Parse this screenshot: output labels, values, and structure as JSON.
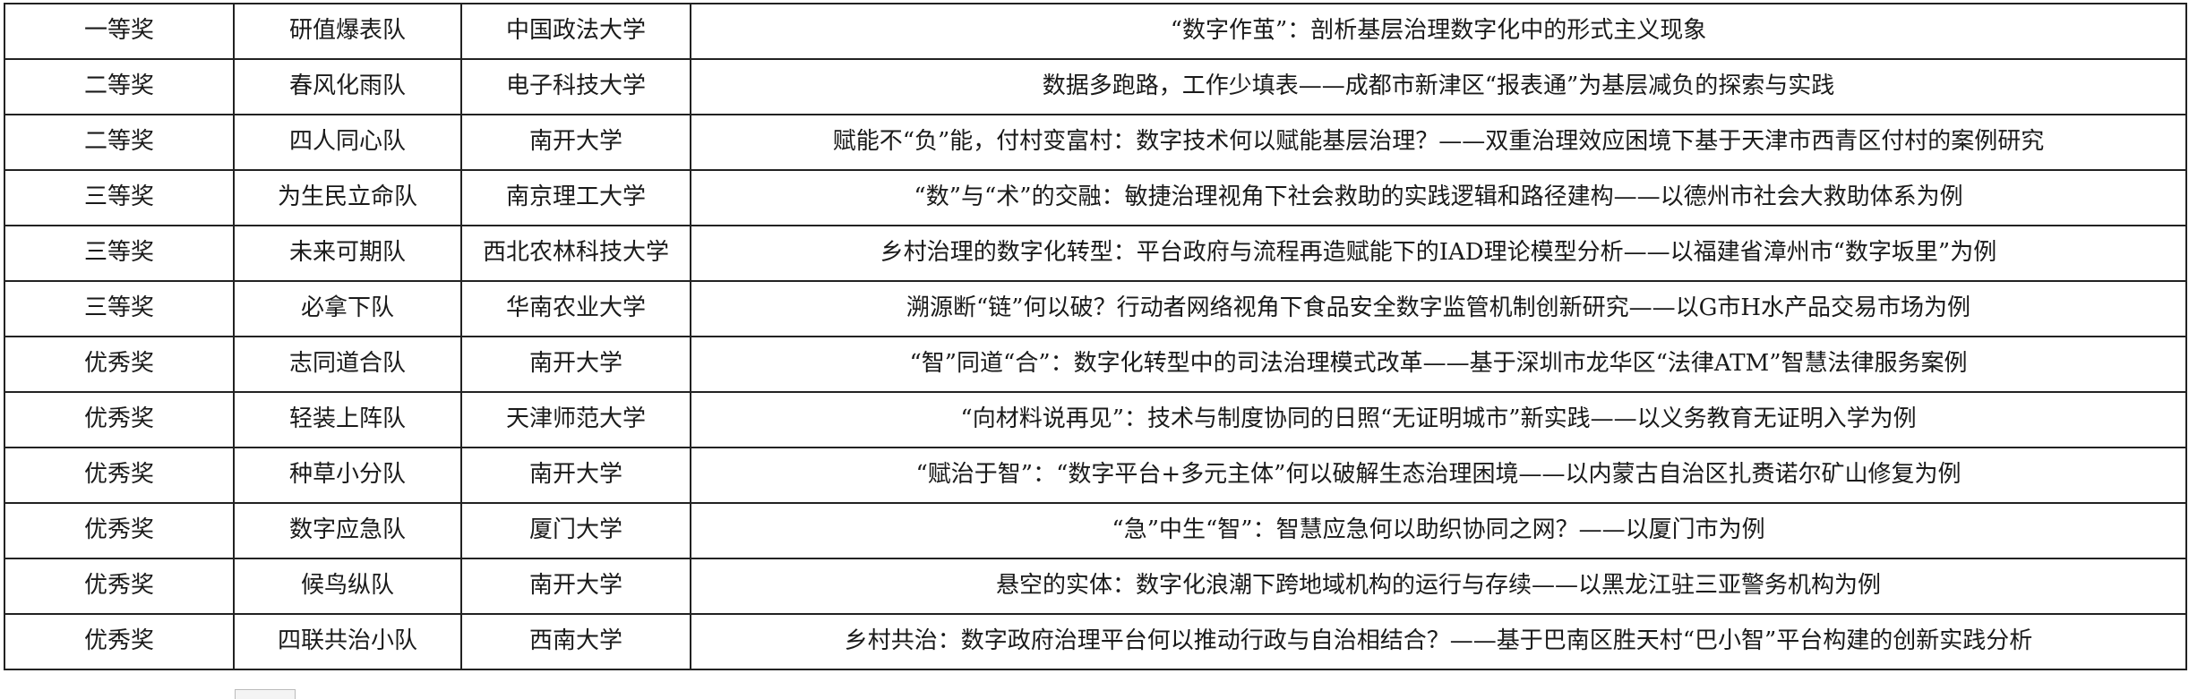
{
  "rows": [
    {
      "award": "一等奖",
      "team": "研值爆表队",
      "school": "中国政法大学",
      "title": "“数字作茧”：剖析基层治理数字化中的形式主义现象"
    },
    {
      "award": "二等奖",
      "team": "春风化雨队",
      "school": "电子科技大学",
      "title": "数据多跑路，工作少填表——成都市新津区“报表通”为基层减负的探索与实践"
    },
    {
      "award": "二等奖",
      "team": "四人同心队",
      "school": "南开大学",
      "title": "赋能不“负”能，付村变富村：数字技术何以赋能基层治理？——双重治理效应困境下基于天津市西青区付村的案例研究"
    },
    {
      "award": "三等奖",
      "team": "为生民立命队",
      "school": "南京理工大学",
      "title": "“数”与“术”的交融：敏捷治理视角下社会救助的实践逻辑和路径建构——以德州市社会大救助体系为例"
    },
    {
      "award": "三等奖",
      "team": "未来可期队",
      "school": "西北农林科技大学",
      "title": "乡村治理的数字化转型：平台政府与流程再造赋能下的IAD理论模型分析——以福建省漳州市“数字坂里”为例"
    },
    {
      "award": "三等奖",
      "team": "必拿下队",
      "school": "华南农业大学",
      "title": "溯源断“链”何以破？行动者网络视角下食品安全数字监管机制创新研究——以G市H水产品交易市场为例"
    },
    {
      "award": "优秀奖",
      "team": "志同道合队",
      "school": "南开大学",
      "title": "“智”同道“合”：数字化转型中的司法治理模式改革——基于深圳市龙华区“法律ATM”智慧法律服务案例"
    },
    {
      "award": "优秀奖",
      "team": "轻装上阵队",
      "school": "天津师范大学",
      "title": "“向材料说再见”：技术与制度协同的日照“无证明城市”新实践——以义务教育无证明入学为例"
    },
    {
      "award": "优秀奖",
      "team": "种草小分队",
      "school": "南开大学",
      "title": "“赋治于智”：“数字平台+多元主体”何以破解生态治理困境——以内蒙古自治区扎赉诺尔矿山修复为例"
    },
    {
      "award": "优秀奖",
      "team": "数字应急队",
      "school": "厦门大学",
      "title": "“急”中生“智”：智慧应急何以助织协同之网？——以厦门市为例"
    },
    {
      "award": "优秀奖",
      "team": "候鸟纵队",
      "school": "南开大学",
      "title": "悬空的实体：数字化浪潮下跨地域机构的运行与存续——以黑龙江驻三亚警务机构为例"
    },
    {
      "award": "优秀奖",
      "team": "四联共治小队",
      "school": "西南大学",
      "title": "乡村共治：数字政府治理平台何以推动行政与自治相结合？——基于巴南区胜天村“巴小智”平台构建的创新实践分析"
    }
  ]
}
